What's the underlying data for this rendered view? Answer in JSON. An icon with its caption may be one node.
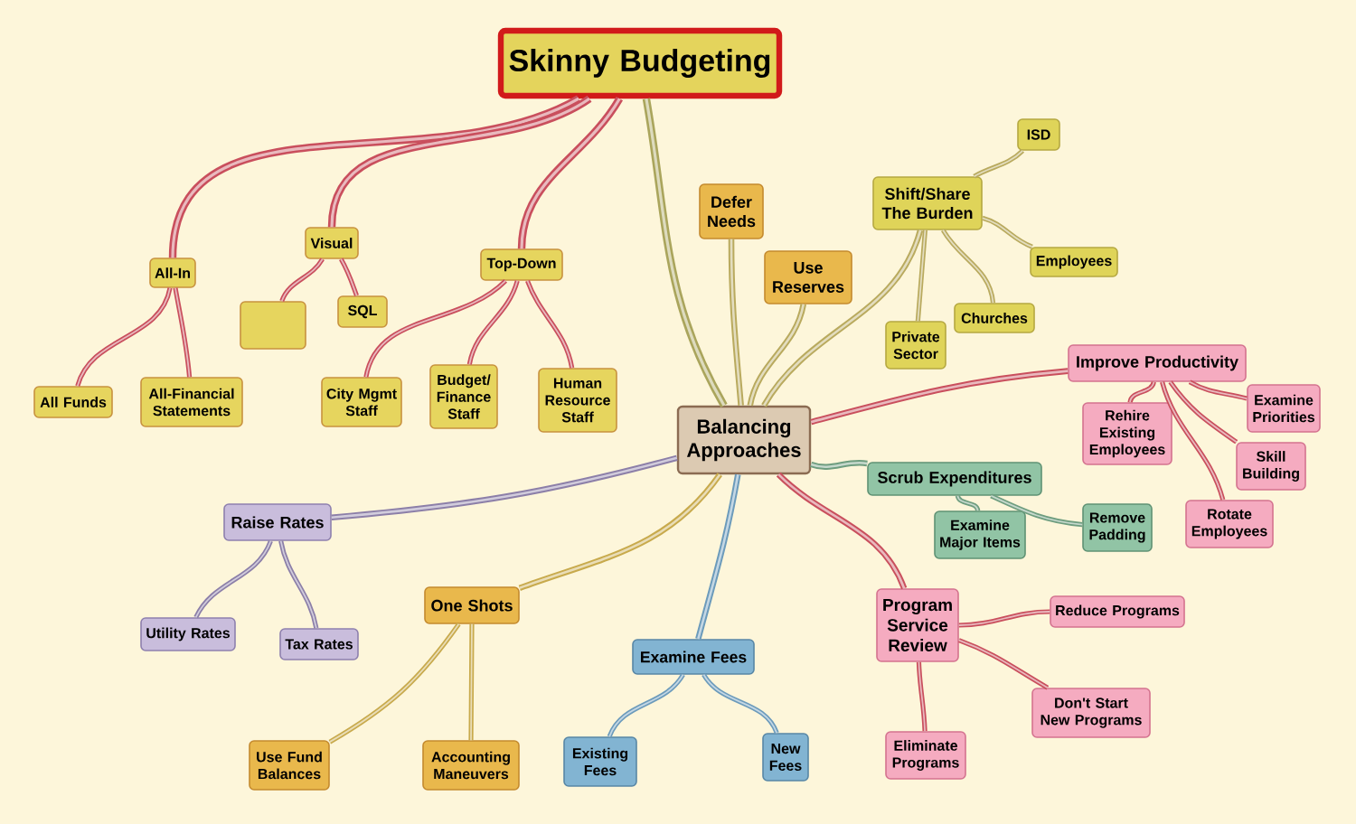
{
  "diagram": {
    "nodes": [
      {
        "text": [
          "Skinny Budgeting"
        ]
      },
      {
        "text": [
          "All-In"
        ]
      },
      {
        "text": [
          "All Funds"
        ]
      },
      {
        "text": [
          "All-Financial Statements"
        ]
      },
      {
        "text": [
          "Visual"
        ]
      },
      {
        "text": [],
        "shape": "box"
      },
      {
        "text": [
          "SQL"
        ]
      },
      {
        "text": [
          "Top-Down"
        ]
      },
      {
        "text": [
          "City Mgmt Staff"
        ]
      },
      {
        "text": [
          "Budget/ Finance Staff"
        ]
      },
      {
        "text": [
          "Human Resource Staff"
        ]
      },
      {
        "text": [
          "Balancing Approaches"
        ]
      },
      {
        "text": [
          "Defer Needs"
        ]
      },
      {
        "text": [
          "Use Reserves"
        ]
      },
      {
        "text": [
          "Shift/Share The Burden"
        ]
      },
      {
        "text": [
          "ISD"
        ]
      },
      {
        "text": [
          "Employees"
        ]
      },
      {
        "text": [
          "Churches"
        ]
      },
      {
        "text": [
          "Private Sector"
        ]
      },
      {
        "text": [
          "Improve Productivity"
        ]
      },
      {
        "text": [
          "Rehire Existing Employees"
        ]
      },
      {
        "text": [
          "Examine Priorities"
        ]
      },
      {
        "text": [
          "Skill Building"
        ]
      },
      {
        "text": [
          "Rotate Employees"
        ]
      },
      {
        "text": [
          "Scrub Expenditures"
        ]
      },
      {
        "text": [
          "Examine Major Items"
        ]
      },
      {
        "text": [
          "Remove Padding"
        ]
      },
      {
        "text": [
          "Program Service Review"
        ]
      },
      {
        "text": [
          "Reduce Programs"
        ]
      },
      {
        "text": [
          "Don't Start New Programs"
        ]
      },
      {
        "text": [
          "Eliminate Programs"
        ]
      },
      {
        "text": [
          "Examine Fees"
        ]
      },
      {
        "text": [
          "Existing Fees"
        ]
      },
      {
        "text": [
          "New Fees"
        ]
      },
      {
        "text": [
          "Raise Rates"
        ]
      },
      {
        "text": [
          "Utility Rates"
        ]
      },
      {
        "text": [
          "Tax Rates"
        ]
      },
      {
        "text": [
          "One Shots"
        ]
      },
      {
        "text": [
          "Use Fund Balances"
        ]
      },
      {
        "text": [
          "Accounting Maneuvers"
        ]
      }
    ],
    "edges": [
      {
        "from": 0,
        "to": 1,
        "arrow": "none"
      },
      {
        "from": 0,
        "to": 4,
        "arrow": "none"
      },
      {
        "from": 0,
        "to": 7,
        "arrow": "none"
      },
      {
        "from": 1,
        "to": 2,
        "arrow": "none"
      },
      {
        "from": 1,
        "to": 3,
        "arrow": "none"
      },
      {
        "from": 4,
        "to": 5,
        "arrow": "none"
      },
      {
        "from": 4,
        "to": 6,
        "arrow": "none"
      },
      {
        "from": 7,
        "to": 8,
        "arrow": "none"
      },
      {
        "from": 7,
        "to": 9,
        "arrow": "none"
      },
      {
        "from": 7,
        "to": 10,
        "arrow": "none"
      },
      {
        "from": 0,
        "to": 11,
        "arrow": "none",
        "color": "#aaa55c"
      },
      {
        "from": 11,
        "to": 12,
        "arrow": "none",
        "color": "#b9aa5e"
      },
      {
        "from": 11,
        "to": 13,
        "arrow": "none",
        "color": "#b9aa5e"
      },
      {
        "from": 11,
        "to": 14,
        "arrow": "none",
        "color": "#b9aa5e"
      },
      {
        "from": 14,
        "to": 15,
        "arrow": "none",
        "color": "#b9aa5e"
      },
      {
        "from": 14,
        "to": 16,
        "arrow": "none",
        "color": "#b9aa5e"
      },
      {
        "from": 14,
        "to": 17,
        "arrow": "none",
        "color": "#b9aa5e"
      },
      {
        "from": 14,
        "to": 18,
        "arrow": "none",
        "color": "#b9aa5e"
      },
      {
        "from": 11,
        "to": 19,
        "arrow": "none"
      },
      {
        "from": 19,
        "to": 20,
        "arrow": "none"
      },
      {
        "from": 19,
        "to": 21,
        "arrow": "none"
      },
      {
        "from": 19,
        "to": 22,
        "arrow": "none"
      },
      {
        "from": 19,
        "to": 23,
        "arrow": "none"
      },
      {
        "from": 11,
        "to": 24,
        "arrow": "none",
        "color": "#6e9d7f"
      },
      {
        "from": 24,
        "to": 25,
        "arrow": "none",
        "color": "#6e9d7f"
      },
      {
        "from": 24,
        "to": 26,
        "arrow": "none",
        "color": "#6e9d7f"
      },
      {
        "from": 11,
        "to": 27,
        "arrow": "none"
      },
      {
        "from": 27,
        "to": 28,
        "arrow": "none"
      },
      {
        "from": 27,
        "to": 29,
        "arrow": "none"
      },
      {
        "from": 27,
        "to": 30,
        "arrow": "none"
      },
      {
        "from": 11,
        "to": 31,
        "arrow": "none",
        "color": "#6c9bbb"
      },
      {
        "from": 31,
        "to": 32,
        "arrow": "none",
        "color": "#6c9bbb"
      },
      {
        "from": 31,
        "to": 33,
        "arrow": "none",
        "color": "#6c9bbb"
      },
      {
        "from": 11,
        "to": 34,
        "arrow": "none",
        "color": "#8c7fa8"
      },
      {
        "from": 34,
        "to": 35,
        "arrow": "none",
        "color": "#8c7fa8"
      },
      {
        "from": 34,
        "to": 36,
        "arrow": "none",
        "color": "#8c7fa8"
      },
      {
        "from": 11,
        "to": 37,
        "arrow": "none",
        "color": "#c8aa4c"
      },
      {
        "from": 37,
        "to": 38,
        "arrow": "none",
        "color": "#c8aa4c"
      },
      {
        "from": 37,
        "to": 39,
        "arrow": "none",
        "color": "#c8aa4c"
      }
    ]
  }
}
